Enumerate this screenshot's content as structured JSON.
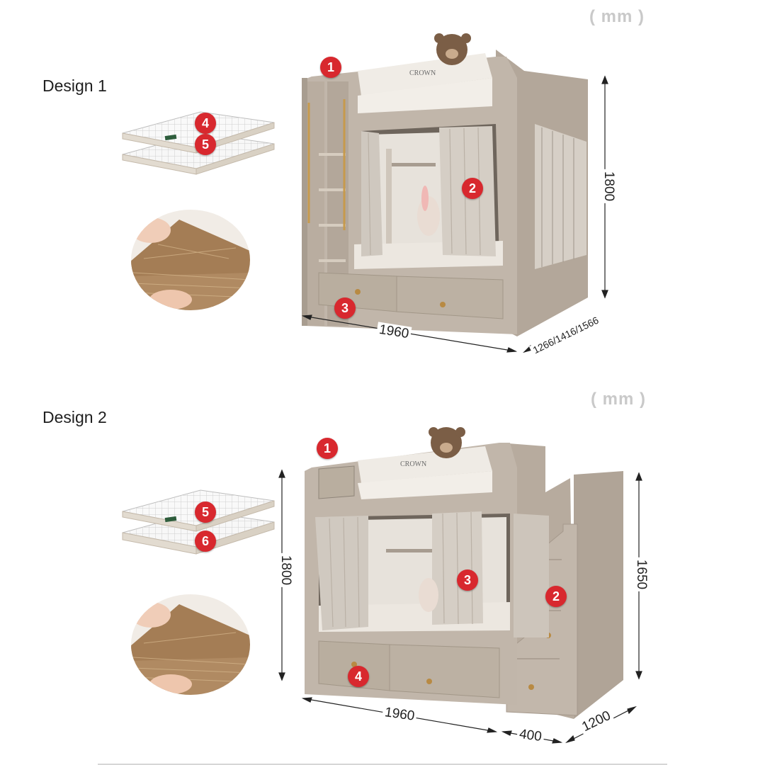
{
  "design1": {
    "title": "Design 1",
    "unit": "( mm )",
    "badges": [
      "1",
      "2",
      "3",
      "4",
      "5"
    ],
    "dims": {
      "width": "1960",
      "depth": "1266/1416/1566",
      "height": "1800"
    },
    "brand": "CROWN"
  },
  "design2": {
    "title": "Design 2",
    "unit": "( mm )",
    "badges": [
      "1",
      "2",
      "3",
      "4",
      "5",
      "6"
    ],
    "dims": {
      "width": "1960",
      "stair": "400",
      "depth": "1200",
      "height_left": "1800",
      "height_right": "1650"
    },
    "brand": "CROWN"
  },
  "colors": {
    "badge": "#d8282e",
    "body": "#b3a79a",
    "panel": "#ede9e4",
    "curtain": "#cfc8bf",
    "mattress_edge": "#d8cfc2",
    "coir": "#a6805a"
  }
}
